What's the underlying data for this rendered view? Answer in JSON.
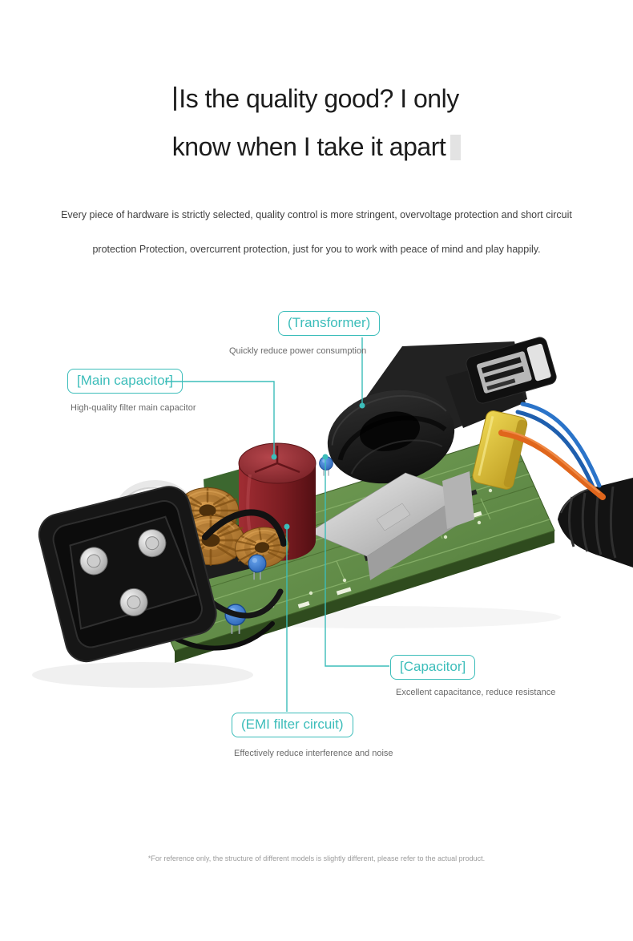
{
  "colors": {
    "accent": "#3cbdba",
    "pcb_green": "#6e9b52",
    "capacitor_red": "#8c2428",
    "coil_copper": "#c08737",
    "film_cap_yellow": "#e8c93e",
    "cable_black": "#141414"
  },
  "header": {
    "title_line1": "Is the quality good? I only",
    "title_line2": "know when I take it apart",
    "subtitle_line1": "Every piece of hardware is strictly selected, quality control is more stringent, overvoltage protection and short circuit",
    "subtitle_line2": "protection Protection, overcurrent protection, just for you to work with peace of mind and play happily."
  },
  "callouts": [
    {
      "id": "transformer",
      "label": "(Transformer)",
      "description": "Quickly reduce power consumption"
    },
    {
      "id": "main-capacitor",
      "label": "[Main capacitor]",
      "description": "High-quality filter main capacitor"
    },
    {
      "id": "capacitor",
      "label": "[Capacitor]",
      "description": "Excellent capacitance, reduce resistance"
    },
    {
      "id": "emi-filter",
      "label": "(EMI filter circuit)",
      "description": "Effectively reduce interference and noise"
    }
  ],
  "diagram": {
    "subject": "disassembled power adapter circuit board",
    "components": [
      "ac-inlet-connector",
      "toroidal-coils",
      "main-electrolytic-capacitor",
      "transformer",
      "metal-shield",
      "yellow-film-capacitor",
      "blue-disc-capacitors",
      "pcb-board",
      "output-cable"
    ]
  },
  "footer": {
    "note": "*For reference only, the structure of different models is slightly different, please refer to the actual product."
  }
}
